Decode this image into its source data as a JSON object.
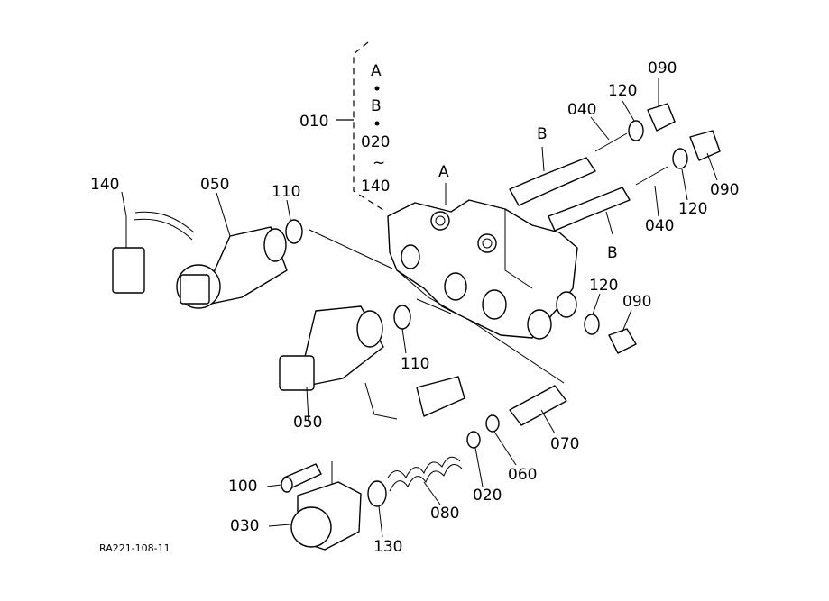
{
  "labels": {
    "p010": "010",
    "grp_a": "A",
    "grp_b": "B",
    "grp_020": "020",
    "grp_tilde": "~",
    "grp_140": "140",
    "ref_a": "A",
    "ref_b_top": "B",
    "ref_b_bottom": "B",
    "p090_top": "090",
    "p120_top": "120",
    "p040_top": "040",
    "p090_right": "090",
    "p120_right": "120",
    "p040_right": "040",
    "p140": "140",
    "p050_top": "050",
    "p110_top": "110",
    "p120_mid": "120",
    "p090_mid": "090",
    "p110_mid": "110",
    "p050_bottom": "050",
    "p070": "070",
    "p060": "060",
    "p020": "020",
    "p080": "080",
    "p100": "100",
    "p030": "030",
    "p130": "130"
  },
  "drawing_code": "RA221-108-11"
}
